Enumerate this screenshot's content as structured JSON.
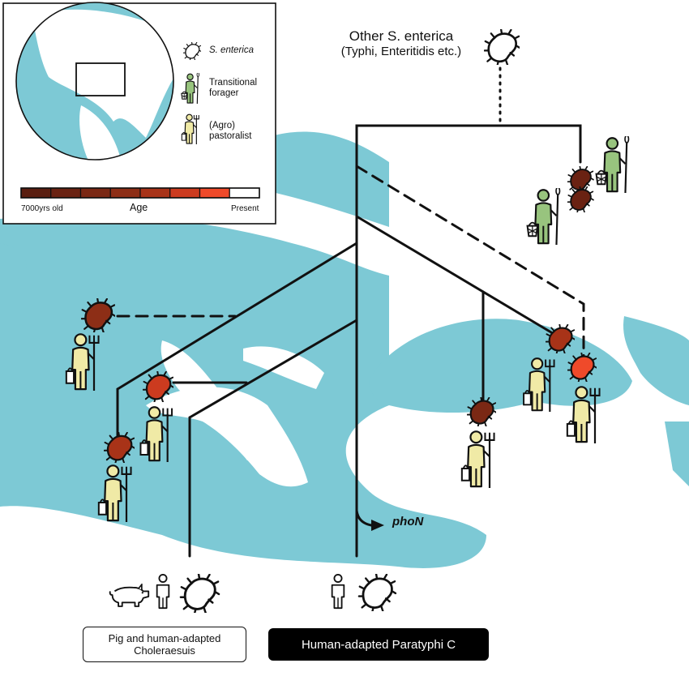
{
  "legend": {
    "s_enterica_label": "S. enterica",
    "forager_label": "Transitional forager",
    "pastoralist_label": "(Agro) pastoralist",
    "age_label": "Age",
    "age_old_label": "7000yrs old",
    "age_present_label": "Present",
    "age_scale_colors": [
      "#5a1e10",
      "#6a2212",
      "#7a2814",
      "#8d2e16",
      "#a83318",
      "#cc3b1f",
      "#ef4a2a",
      "#ffffff"
    ]
  },
  "tree": {
    "outgroup_title": "Other S. enterica",
    "outgroup_subtitle": "(Typhi, Enteritidis etc.)",
    "gene_marker": "phoN"
  },
  "clades": {
    "choleraesuis_label": "Pig and human-adapted Choleraesuis",
    "paratyphi_label": "Human-adapted Paratyphi C"
  },
  "colors": {
    "sea": "#7dc9d5",
    "forager_green": "#98c47e",
    "pastoralist_yellow": "#f0eaa6",
    "branch": "#111111"
  }
}
